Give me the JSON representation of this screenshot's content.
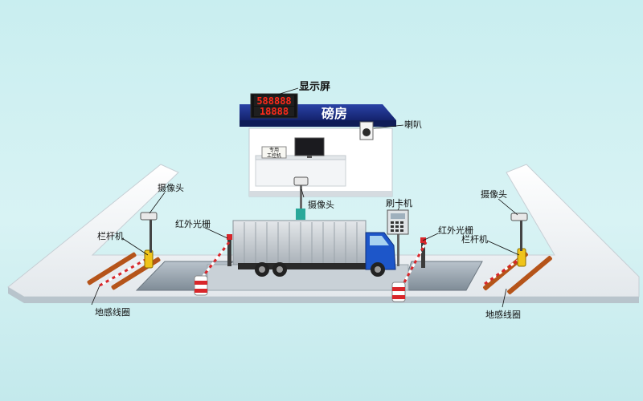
{
  "labels": {
    "display": "显示屏",
    "booth": "磅房",
    "speaker": "喇叭",
    "camera_center": "摄像头",
    "card_reader": "刷卡机",
    "camera_left": "摄像头",
    "barrier_left": "栏杆机",
    "ir_left": "红外光栅",
    "camera_right": "摄像头",
    "barrier_right": "栏杆机",
    "ir_right": "红外光栅",
    "loop_left": "地感线圈",
    "loop_right": "地感线圈",
    "computer_label_1": "专用",
    "computer_label_2": "工控机"
  },
  "display_readout": {
    "line1": "588888",
    "line2": "18888"
  },
  "colors": {
    "roof": "#1a2f8a",
    "truck_cab": "#1d56c9",
    "platform": "#f3f6f8",
    "barrier_stripe": "#d8262a",
    "loop": "#b5541a"
  }
}
